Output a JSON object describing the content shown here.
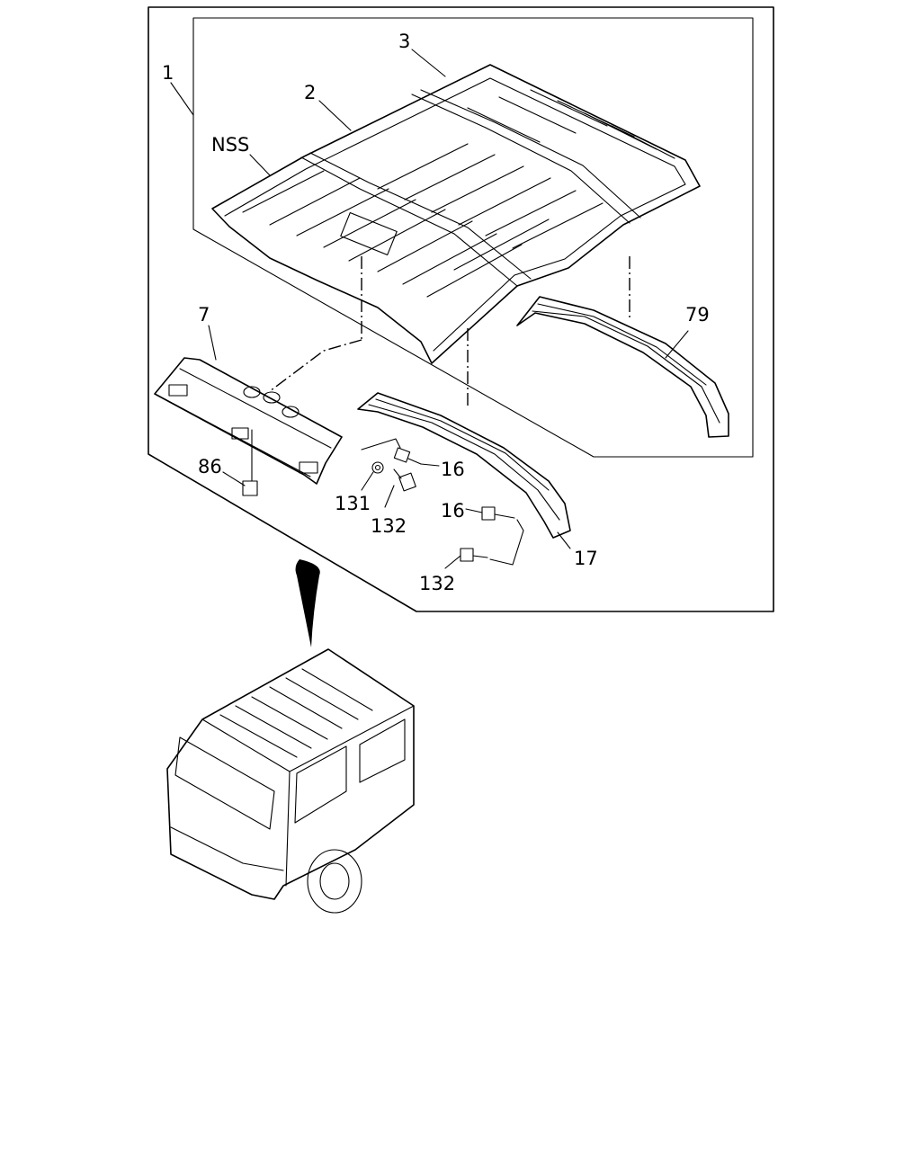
{
  "callouts": {
    "c1": "1",
    "c2": "2",
    "c3": "3",
    "nss": "NSS",
    "c7": "7",
    "c79": "79",
    "c86": "86",
    "c16a": "16",
    "c131": "131",
    "c132a": "132",
    "c16b": "16",
    "c17": "17",
    "c132b": "132"
  }
}
